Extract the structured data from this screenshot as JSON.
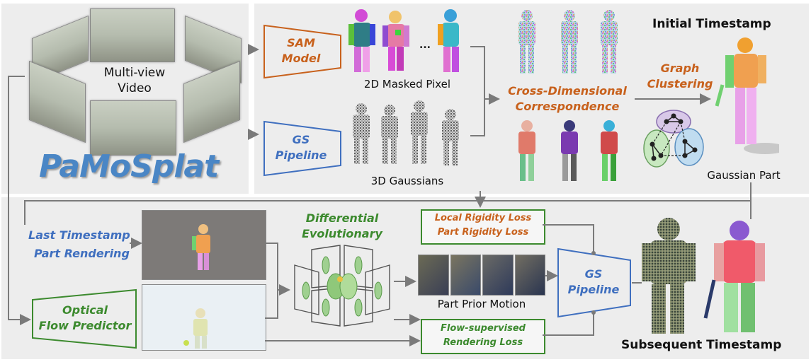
{
  "top_left": {
    "video_label_line1": "Multi-view",
    "video_label_line2": "Video",
    "logo_text": "PaMoSplat"
  },
  "top_right": {
    "title": "Initial Timestamp",
    "sam_line1": "SAM",
    "sam_line2": "Model",
    "masked_pixel_label": "2D Masked Pixel",
    "ellipsis": "...",
    "gs_line1": "GS",
    "gs_line2": "Pipeline",
    "gaussians_label": "3D Gaussians",
    "cross_line1": "Cross-Dimensional",
    "cross_line2": "Correspondence",
    "graph_line1": "Graph",
    "graph_line2": "Clustering",
    "gaussian_part_label": "Gaussian Part"
  },
  "bottom": {
    "last_line1": "Last Timestamp",
    "last_line2": "Part Rendering",
    "optical_line1": "Optical",
    "optical_line2": "Flow Predictor",
    "diff_line1": "Differential",
    "diff_line2": "Evolutionary",
    "loss_line1": "Local Rigidity Loss",
    "loss_line2": "Part Rigidity Loss",
    "prior_motion_label": "Part Prior Motion",
    "flow_line1": "Flow-supervised",
    "flow_line2": "Rendering Loss",
    "gs_line1": "GS",
    "gs_line2": "Pipeline",
    "subsequent_title": "Subsequent Timestamp"
  },
  "colors": {
    "orange": "#c8611c",
    "blue": "#3f6fbf",
    "green": "#3c8a2e",
    "panel": "#ededed",
    "arrow": "#7a7a7a"
  }
}
